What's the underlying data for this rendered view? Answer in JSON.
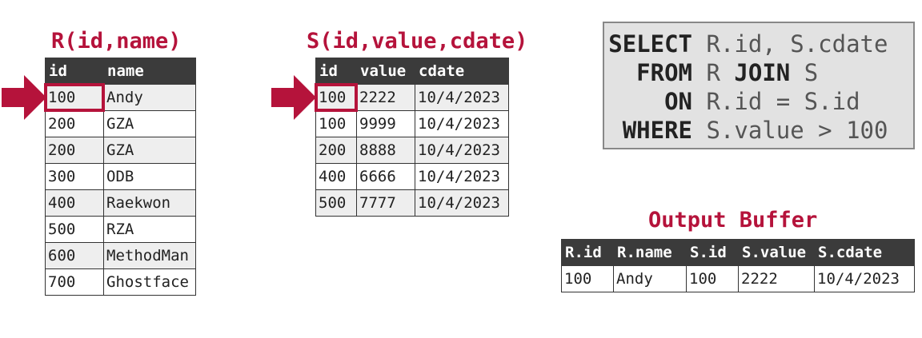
{
  "r_table": {
    "title": "R(id,name)",
    "headers": [
      "id",
      "name"
    ],
    "rows": [
      [
        "100",
        "Andy"
      ],
      [
        "200",
        "GZA"
      ],
      [
        "200",
        "GZA"
      ],
      [
        "300",
        "ODB"
      ],
      [
        "400",
        "Raekwon"
      ],
      [
        "500",
        "RZA"
      ],
      [
        "600",
        "MethodMan"
      ],
      [
        "700",
        "Ghostface"
      ]
    ]
  },
  "s_table": {
    "title": "S(id,value,cdate)",
    "headers": [
      "id",
      "value",
      "cdate"
    ],
    "rows": [
      [
        "100",
        "2222",
        "10/4/2023"
      ],
      [
        "100",
        "9999",
        "10/4/2023"
      ],
      [
        "200",
        "8888",
        "10/4/2023"
      ],
      [
        "400",
        "6666",
        "10/4/2023"
      ],
      [
        "500",
        "7777",
        "10/4/2023"
      ]
    ]
  },
  "sql": {
    "select_kw": "SELECT",
    "select_rest": "R.id, S.cdate",
    "from_kw": "FROM",
    "from_r": "R",
    "join_kw": "JOIN",
    "from_s": "S",
    "on_kw": "ON",
    "on_rest": "R.id = S.id",
    "where_kw": "WHERE",
    "where_rest": "S.value > 100"
  },
  "output": {
    "title": "Output Buffer",
    "headers": [
      "R.id",
      "R.name",
      "S.id",
      "S.value",
      "S.cdate"
    ],
    "rows": [
      [
        "100",
        "Andy",
        "100",
        "2222",
        "10/4/2023"
      ]
    ]
  },
  "colors": {
    "accent": "#b5133b",
    "header_bg": "#3b3b3b",
    "sql_bg": "#e2e2e2"
  }
}
